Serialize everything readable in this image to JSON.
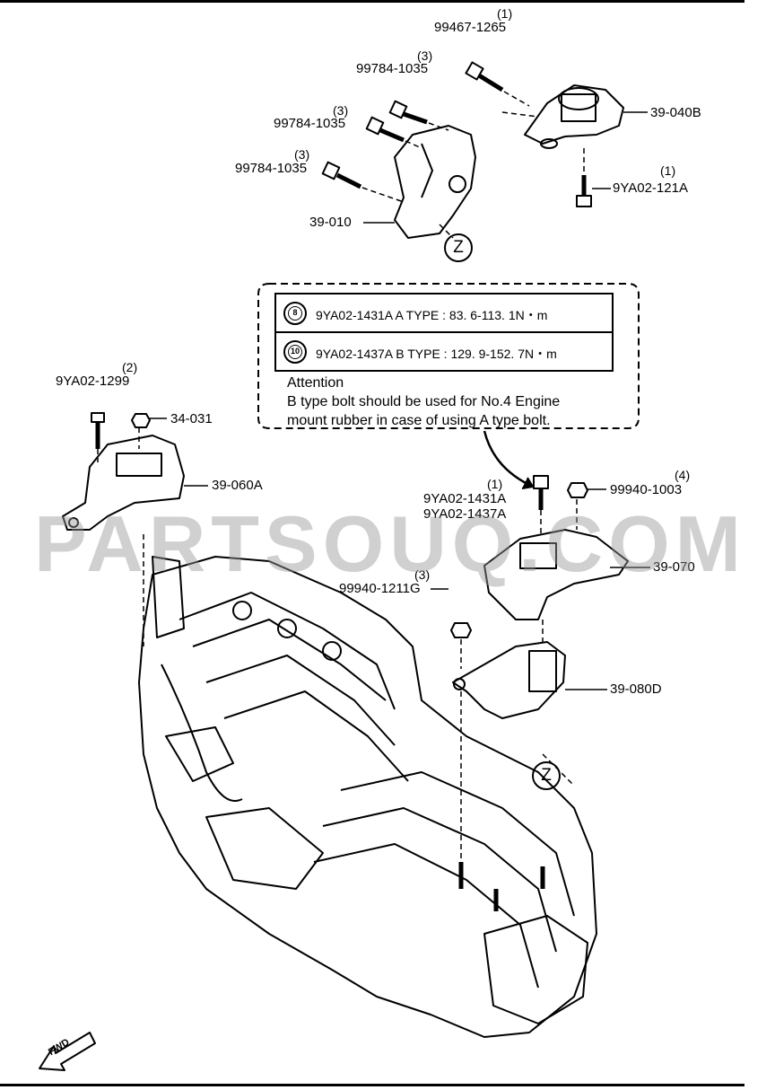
{
  "parts": [
    {
      "number": "99467-1265",
      "qty": "(1)"
    },
    {
      "number": "99784-1035",
      "qty": "(3)"
    },
    {
      "number": "99784-1035",
      "qty": "(3)"
    },
    {
      "number": "99784-1035",
      "qty": "(3)"
    },
    {
      "number": "39-040B",
      "qty": ""
    },
    {
      "number": "9YA02-121A",
      "qty": "(1)"
    },
    {
      "number": "39-010",
      "qty": ""
    },
    {
      "number": "9YA02-1299",
      "qty": "(2)"
    },
    {
      "number": "34-031",
      "qty": ""
    },
    {
      "number": "39-060A",
      "qty": ""
    },
    {
      "number": "9YA02-1431A",
      "qty": "(1)"
    },
    {
      "number": "9YA02-1437A",
      "qty": ""
    },
    {
      "number": "99940-1003",
      "qty": "(4)"
    },
    {
      "number": "39-070",
      "qty": ""
    },
    {
      "number": "99940-1211G",
      "qty": "(3)"
    },
    {
      "number": "39-080D",
      "qty": ""
    }
  ],
  "specs": [
    {
      "badge": "8",
      "text": "9YA02-1431A  A TYPE : 83. 6-113. 1N・m"
    },
    {
      "badge": "10",
      "text": "9YA02-1437A  B TYPE : 129. 9-152. 7N・m"
    }
  ],
  "attention": {
    "title": "Attention",
    "line1": "B type bolt should be used for No.4 Engine",
    "line2": "mount rubber in case of using A type bolt."
  },
  "ref_marker": "Z",
  "fwd_label": "FWD",
  "watermark": "PARTSOUQ.COM"
}
